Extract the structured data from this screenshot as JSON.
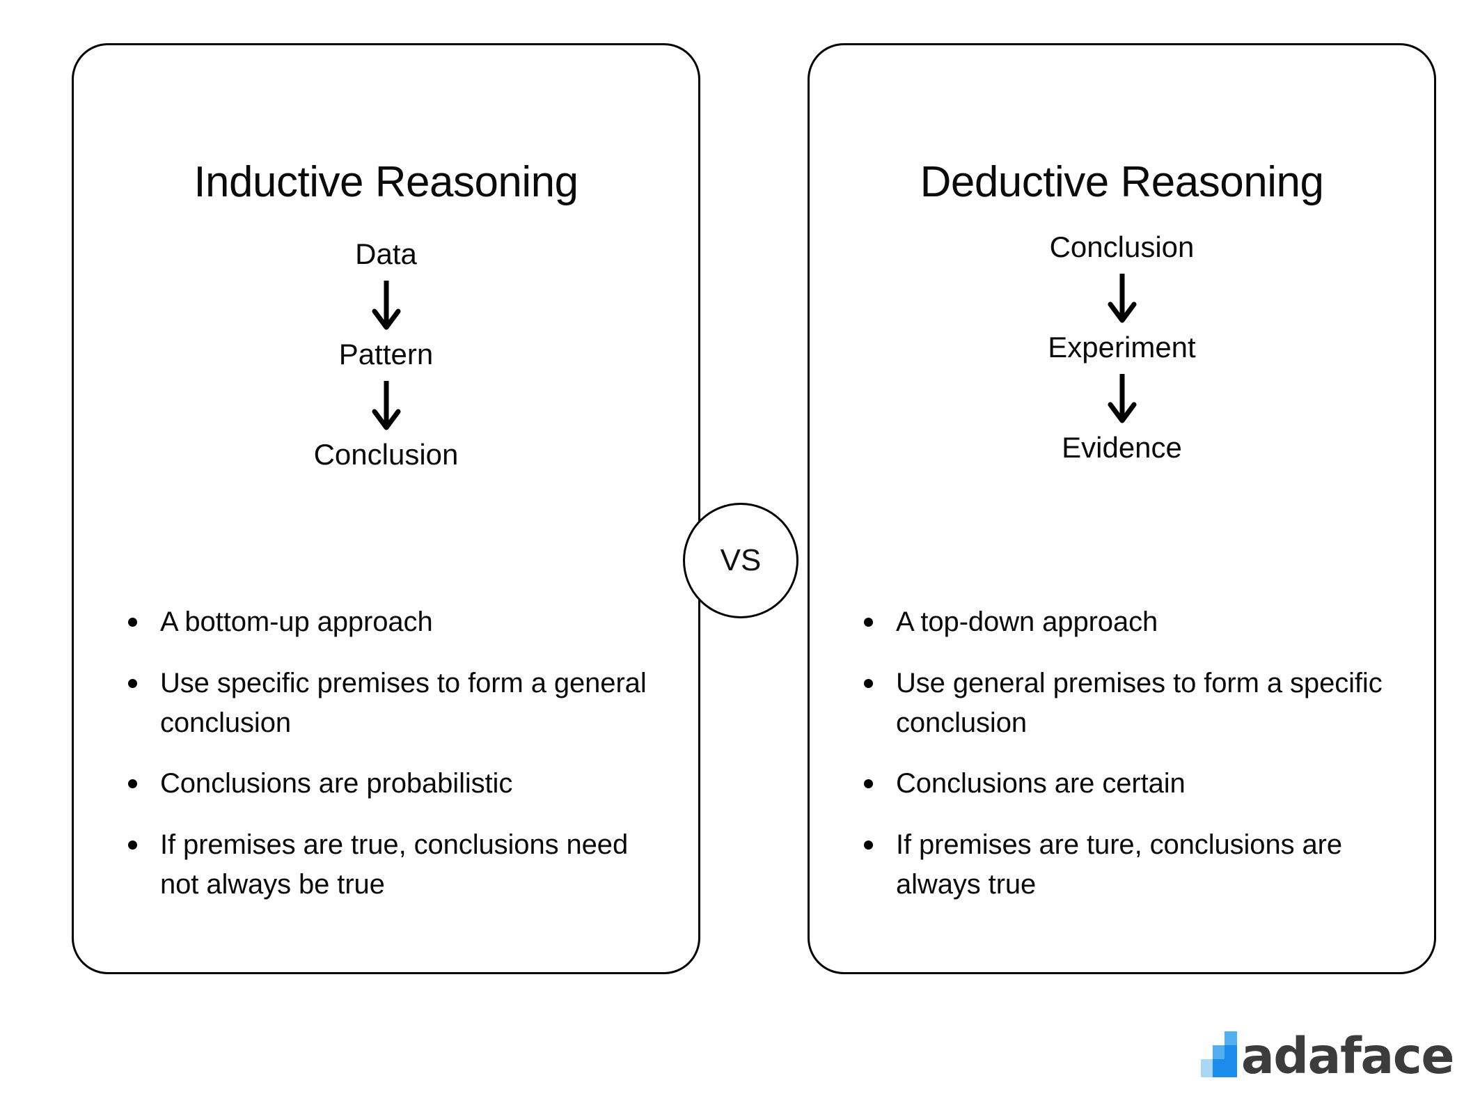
{
  "comparison": {
    "vs_label": "VS",
    "left": {
      "title": "Inductive Reasoning",
      "flow": [
        "Data",
        "Pattern",
        "Conclusion"
      ],
      "flow_arrow_icon": "arrow-down-icon",
      "bullets": [
        "A bottom-up approach",
        "Use specific premises to form a general conclusion",
        "Conclusions are probabilistic",
        "If premises are true, conclusions need not always be true"
      ]
    },
    "right": {
      "title": "Deductive Reasoning",
      "flow": [
        "Conclusion",
        "Experiment",
        "Evidence"
      ],
      "flow_arrow_icon": "arrow-down-icon",
      "bullets": [
        "A top-down approach",
        "Use general premises to form a specific conclusion",
        "Conclusions are certain",
        "If premises are ture, conclusions are always true"
      ]
    }
  },
  "brand": {
    "name": "adaface",
    "mark_icon": "bar-chart-steps-icon",
    "colors": {
      "accent_dark": "#1b8ceb",
      "accent_mid": "#52b0f2",
      "accent_light": "#a8d7f8",
      "wordmark": "#3c3c3c",
      "outline": "#000000",
      "background": "#ffffff"
    }
  }
}
